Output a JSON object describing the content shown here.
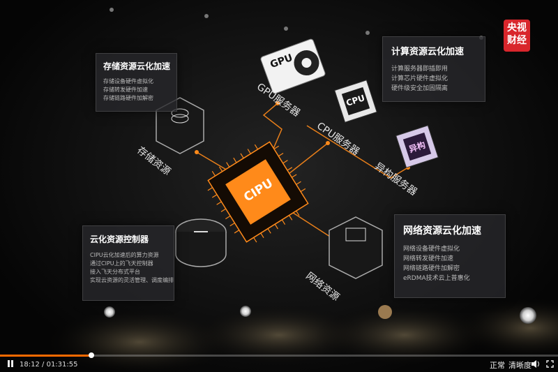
{
  "colors": {
    "accent": "#ff8a1a",
    "brand_red": "#d9262c",
    "progress": "#ff6a00"
  },
  "logo": {
    "line1": "央视",
    "line2": "财经"
  },
  "center_chip": {
    "label": "CIPU"
  },
  "nodes": {
    "gpu": {
      "chip_text": "GPU",
      "caption": "GPU服务器"
    },
    "cpu": {
      "chip_text": "CPU",
      "caption": "CPU服务器"
    },
    "hetero": {
      "chip_text": "异构",
      "caption": "异构服务器"
    },
    "storage": {
      "caption": "存储资源"
    },
    "network": {
      "caption": "网络资源"
    }
  },
  "panels": {
    "storage": {
      "title": "存储资源云化加速",
      "lines": [
        "存储设备硬件虚拟化",
        "存储转发硬件加速",
        "存储链路硬件加解密"
      ]
    },
    "compute": {
      "title": "计算资源云化加速",
      "lines": [
        "计算服务器即插即用",
        "计算芯片硬件虚拟化",
        "硬件级安全加固隔离"
      ]
    },
    "controller": {
      "title": "云化资源控制器",
      "lines": [
        "CIPU云化加速后的算力资源",
        "通过CIPU上的飞天控制器",
        "接入飞天分布式平台",
        "实现云资源的灵活管理、调度编排"
      ]
    },
    "network": {
      "title": "网络资源云化加速",
      "lines": [
        "网络设备硬件虚拟化",
        "网络转发硬件加速",
        "网络链路硬件加解密",
        "eRDMA技术云上普惠化"
      ]
    }
  },
  "player": {
    "time_current": "18:12",
    "time_total": "01:31:55",
    "progress": 0.164,
    "speed_label": "正常",
    "quality_label": "清晰度",
    "icons": [
      "pause-icon",
      "volume-icon",
      "fullscreen-icon"
    ]
  }
}
